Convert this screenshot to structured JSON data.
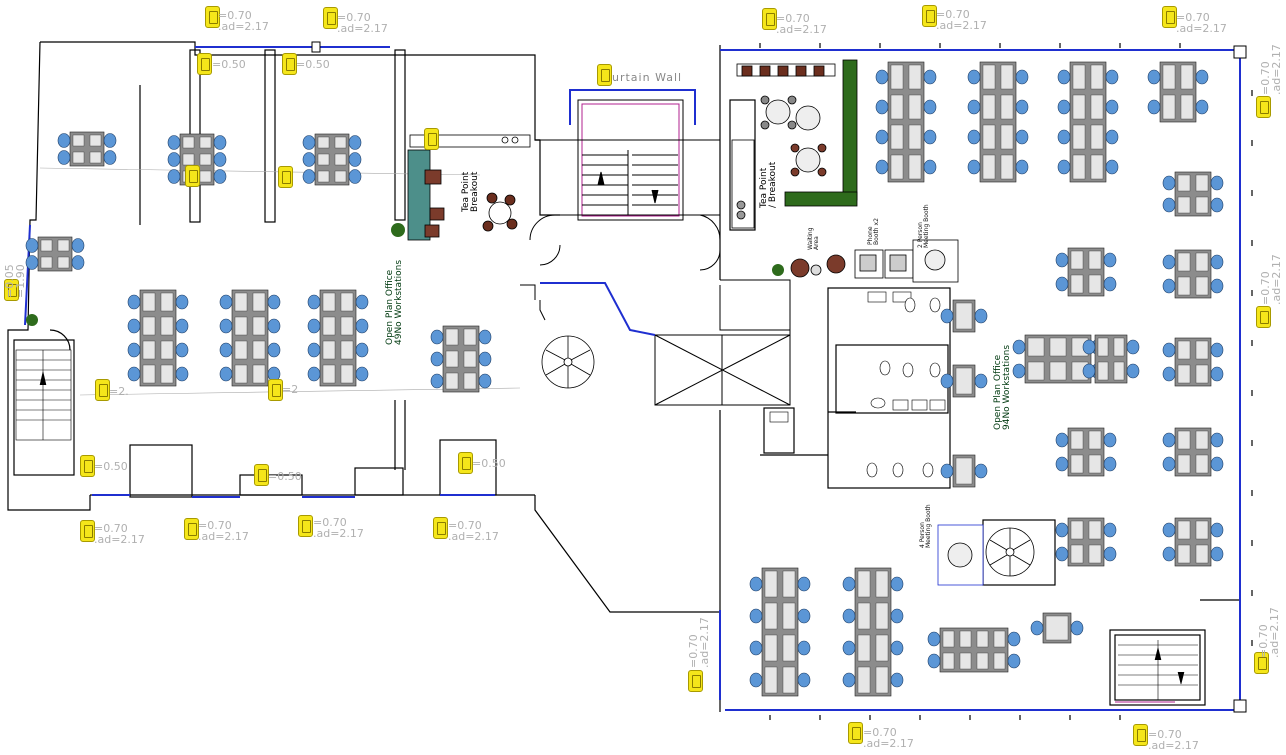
{
  "labels": {
    "curtain_wall": "urtain Wall",
    "office_west": "Open Plan Office",
    "office_west_count": "49No Workstations",
    "office_east": "Open Plan Office",
    "office_east_count": "94No Workstations",
    "tea_west_1": "Tea Point",
    "tea_west_2": "Breakout",
    "tea_east_1": "Tea Point",
    "tea_east_2": "/ Breakout",
    "waiting_1": "Waiting",
    "waiting_2": "Area",
    "phone_1": "Phone",
    "phone_2": "Booth x2",
    "meet2_1": "2 Person",
    "meet2_2": "Meeting Booth",
    "meet4_1": "4 Person",
    "meet4_2": "Meeting Booth"
  },
  "dimension_tags": {
    "sill_070_addl_217": [
      "=0.70",
      ".ad=2.17"
    ],
    "sill_050": "=0.50",
    "left_a": "=0.05",
    "left_b": "=1.90",
    "mid_a": "=2.",
    "mid_b": "=2"
  },
  "colors": {
    "wall": "#000000",
    "window": "#1f2fd0",
    "desk": "#8c8c8c",
    "chair": "#5b96d6",
    "tag": "#f5e61a",
    "plant": "#2e6b1c",
    "magenta": "#b0208f",
    "dim_text": "#b0b0b0",
    "label_text": "#003a10"
  }
}
